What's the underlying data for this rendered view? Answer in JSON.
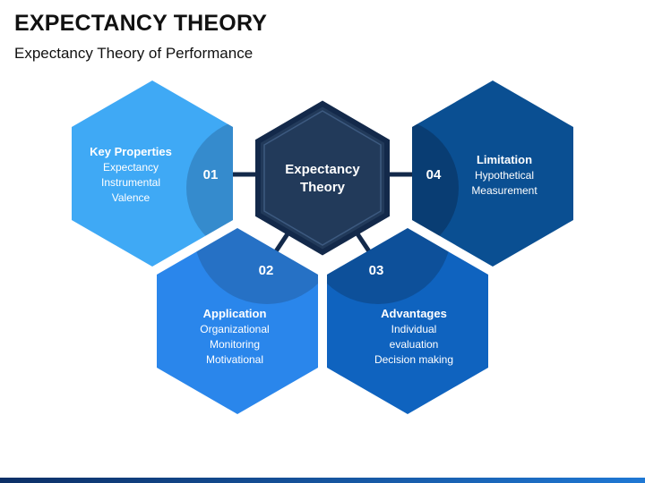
{
  "header": {
    "title": "EXPECTANCY THEORY",
    "subtitle": "Expectancy Theory of Performance"
  },
  "center": {
    "line1": "Expectancy",
    "line2": "Theory"
  },
  "cards": [
    {
      "number": "01",
      "heading": "Key Properties",
      "items": [
        "Expectancy",
        "Instrumental",
        "Valence"
      ],
      "color": "#3fa9f5"
    },
    {
      "number": "02",
      "heading": "Application",
      "items": [
        "Organizational",
        "Monitoring",
        "Motivational"
      ],
      "color": "#2a86eb"
    },
    {
      "number": "03",
      "heading": "Advantages",
      "items": [
        "Individual",
        "evaluation",
        "Decision making"
      ],
      "color": "#0f63bf"
    },
    {
      "number": "04",
      "heading": "Limitation",
      "items": [
        "Hypothetical",
        "Measurement"
      ],
      "color": "#0a4f92"
    }
  ],
  "colors": {
    "center_fill": "#223a5a",
    "center_stroke": "#13294a",
    "connector": "#13294a"
  }
}
